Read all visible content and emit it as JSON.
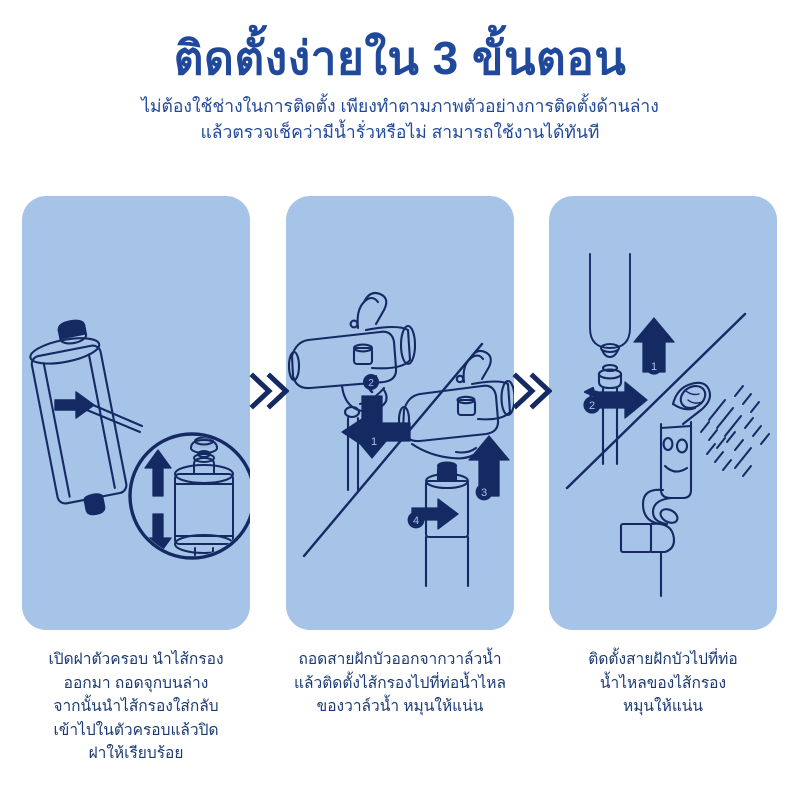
{
  "header": {
    "title": "ติดตั้งง่ายใน 3 ขั้นตอน",
    "subtitle_line1": "ไม่ต้องใช้ช่างในการติดตั้ง เพียงทำตามภาพตัวอย่างการติดตั้งด้านล่าง",
    "subtitle_line2": "แล้วตรวจเช็คว่ามีน้ำรั่วหรือไม่  สามารถใช้งานได้ทันที"
  },
  "colors": {
    "brand_blue": "#20499B",
    "panel_background": "#A6C3E8",
    "line_navy": "#152A63",
    "caption_text": "#1B3A73",
    "page_background": "#FFFFFF"
  },
  "separators": [
    {
      "name": "chevron-1",
      "glyph": "»"
    },
    {
      "name": "chevron-2",
      "glyph": "»"
    }
  ],
  "steps": [
    {
      "index": 1,
      "illustration": "filter-housing-with-magnified-cartridge",
      "badges": [],
      "caption_lines": [
        "เปิดฝาตัวครอบ นำไส้กรอง",
        "ออกมา  ถอดจุกบนล่าง",
        "จากนั้นนำไส้กรองใส่กลับ",
        "เข้าไปในตัวครอบแล้วปิด",
        "ฝาให้เรียบร้อย"
      ]
    },
    {
      "index": 2,
      "illustration": "faucet-valve-remove-hose-attach-filter",
      "badges": [
        "1",
        "2",
        "3",
        "4"
      ],
      "caption_lines": [
        "ถอดสายฝักบัวออกจากวาล์วน้ำ",
        "แล้วติดตั้งไส้กรองไปที่ท่อน้ำไหล",
        "ของวาล์วน้ำ หมุนให้แน่น"
      ]
    },
    {
      "index": 3,
      "illustration": "shower-head-attached-spraying-water",
      "badges": [
        "1",
        "2"
      ],
      "caption_lines": [
        "ติดตั้งสายฝักบัวไปที่ท่อ",
        "น้ำไหลของไส้กรอง",
        "หมุนให้แน่น"
      ]
    }
  ]
}
